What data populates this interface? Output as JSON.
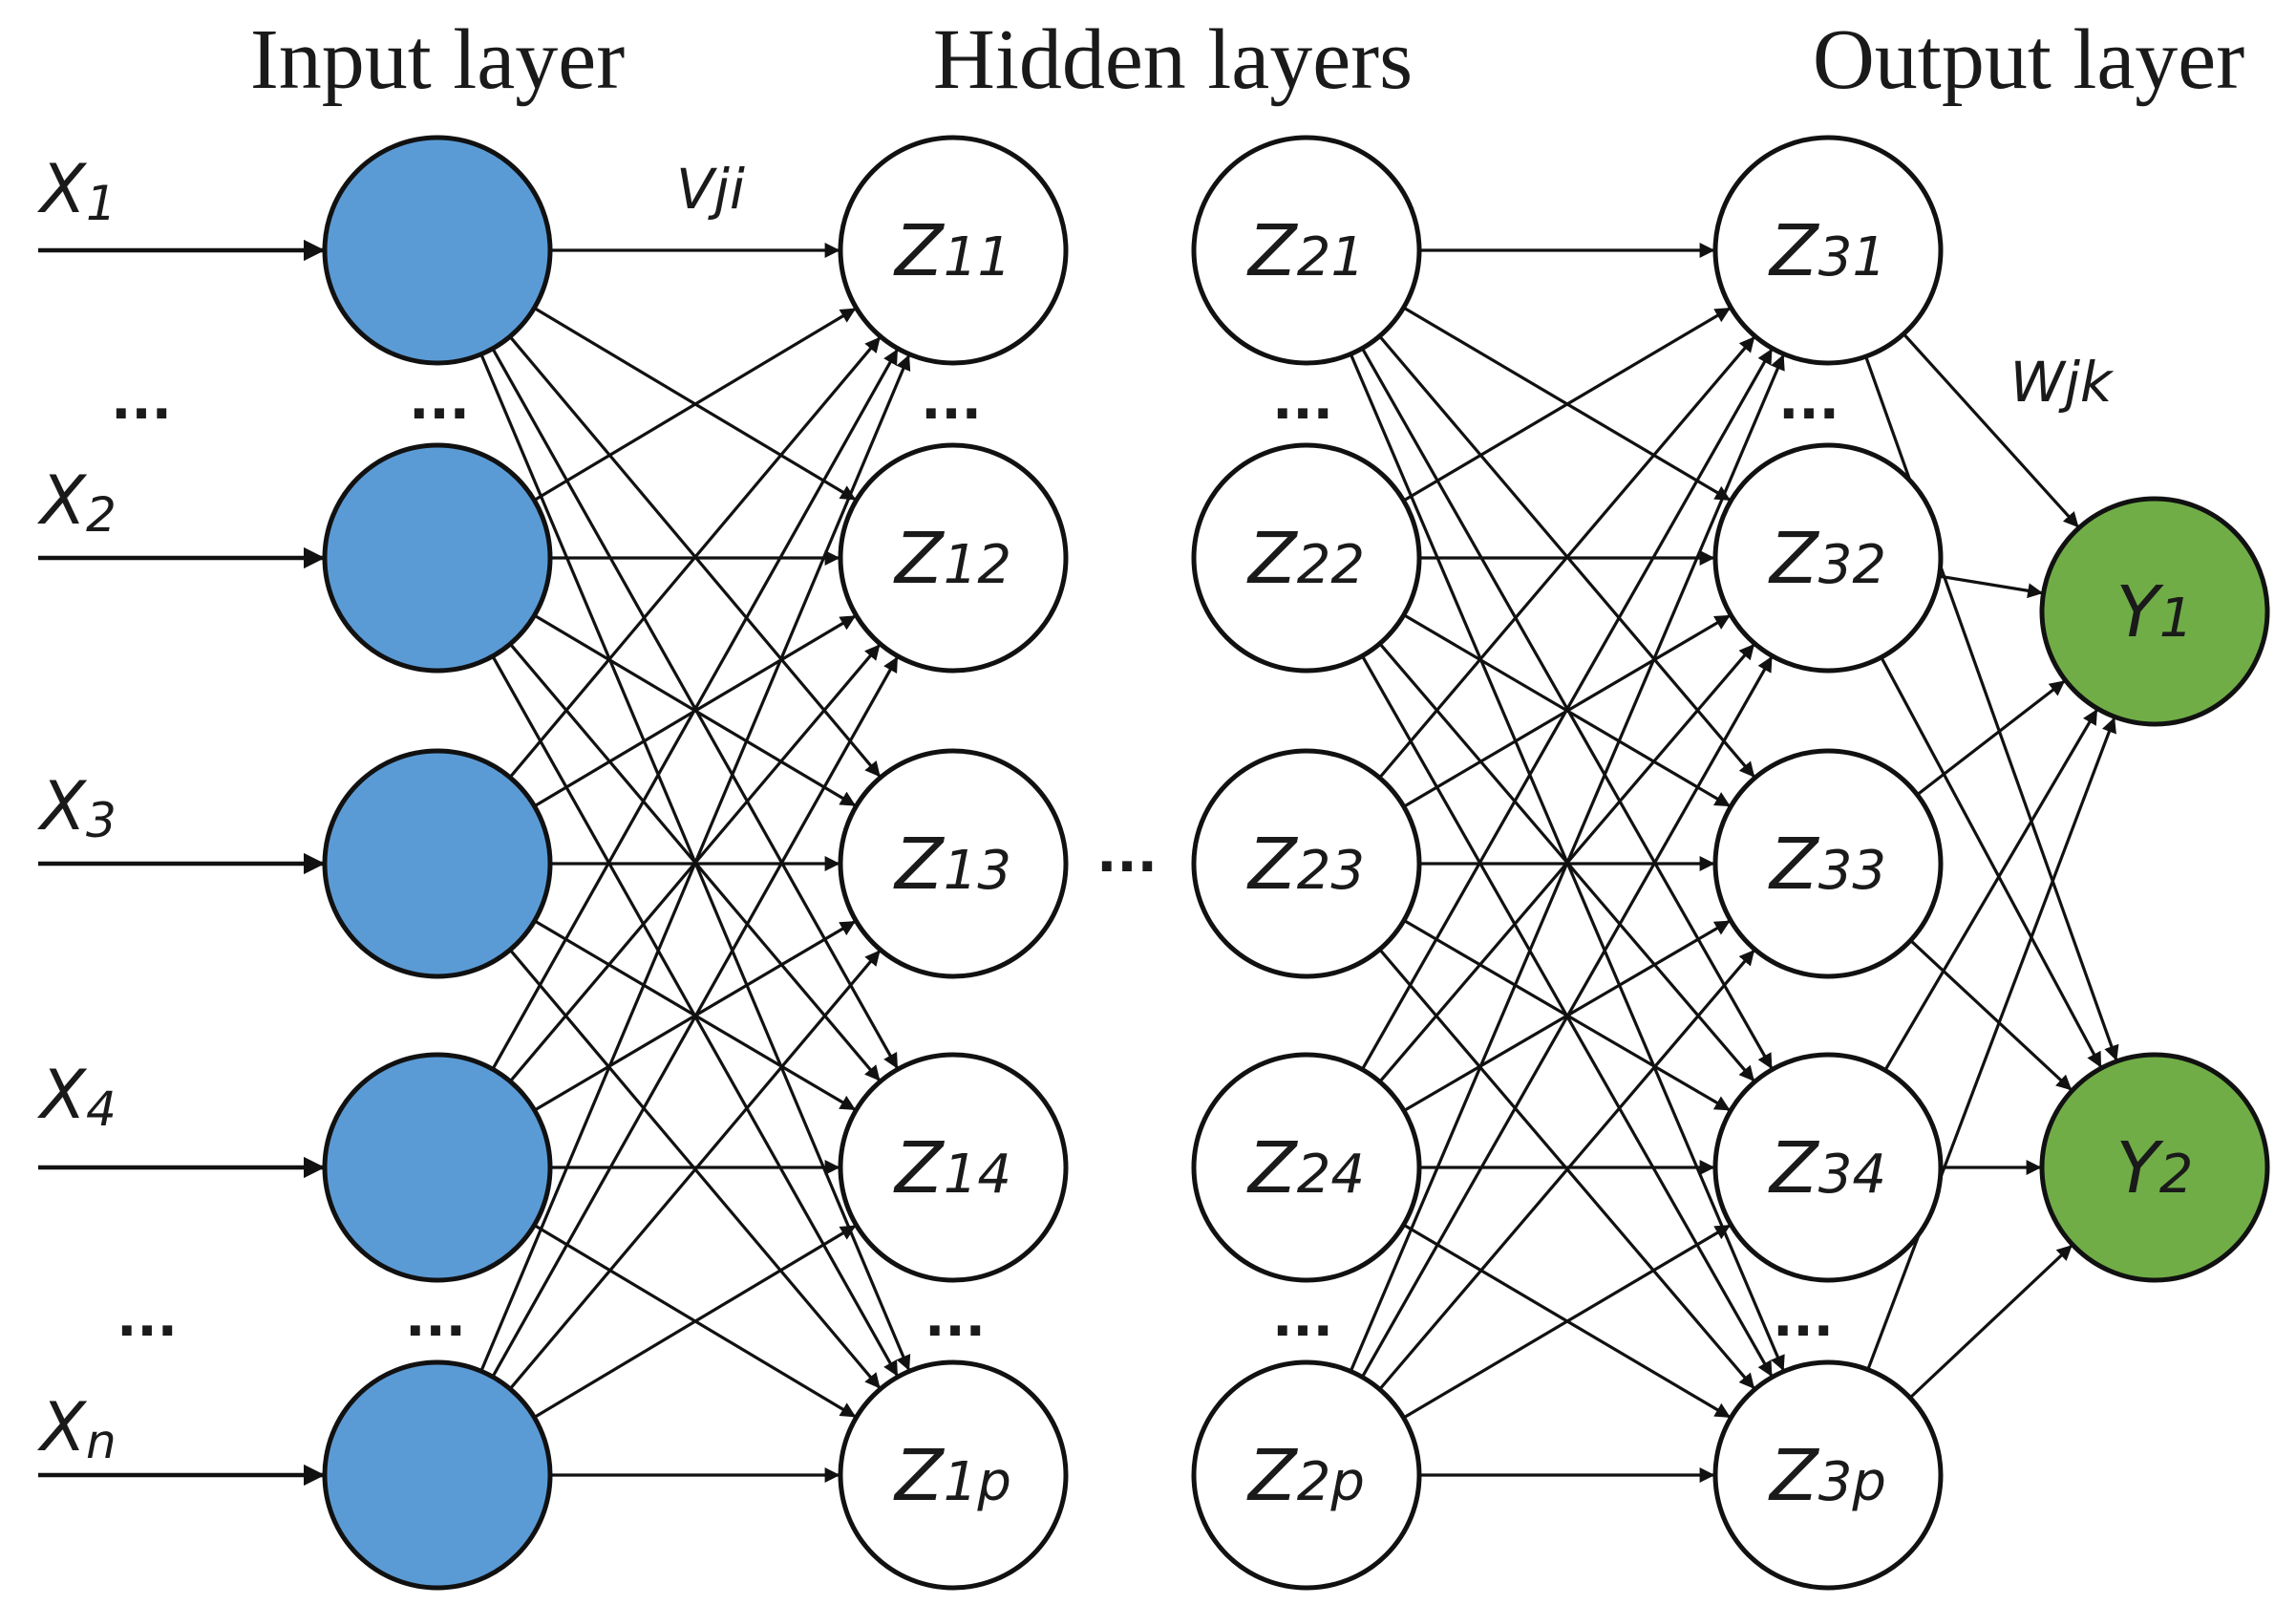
{
  "headers": {
    "input": "Input layer",
    "hidden": "Hidden layers",
    "output": "Output layer"
  },
  "input_labels": [
    {
      "main": "X",
      "sub": "1"
    },
    {
      "main": "X",
      "sub": "2"
    },
    {
      "main": "X",
      "sub": "3"
    },
    {
      "main": "X",
      "sub": "4"
    },
    {
      "main": "X",
      "sub": "n"
    }
  ],
  "hidden_layer_1": [
    "Z11",
    "Z12",
    "Z13",
    "Z14",
    "Z1p"
  ],
  "hidden_layer_2": [
    "Z21",
    "Z22",
    "Z23",
    "Z24",
    "Z2p"
  ],
  "hidden_layer_3": [
    "Z31",
    "Z32",
    "Z33",
    "Z34",
    "Z3p"
  ],
  "outputs": [
    {
      "main": "Y",
      "sub": "1"
    },
    {
      "main": "Y",
      "sub": "2"
    }
  ],
  "weights": {
    "input_to_hidden": "Vji",
    "hidden_to_output": "Wjk"
  },
  "ellipsis": "...",
  "colors": {
    "input_node": "#5b9bd5",
    "output_node": "#70ad47",
    "hidden_node": "#ffffff"
  }
}
